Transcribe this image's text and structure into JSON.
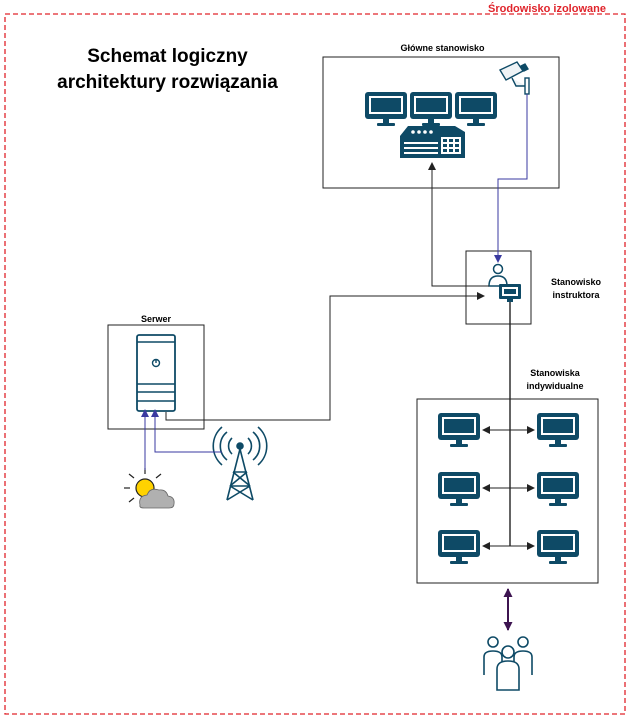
{
  "environment": {
    "label": "Środowisko izolowane",
    "border_color": "#e0242b"
  },
  "title": {
    "line1": "Schemat logiczny",
    "line2": "architektury rozwiązania"
  },
  "nodes": {
    "main_station": {
      "label": "Główne stanowisko"
    },
    "server": {
      "label": "Serwer"
    },
    "instructor_station": {
      "label_line1": "Stanowisko",
      "label_line2": "instruktora"
    },
    "individual_stations": {
      "label_line1": "Stanowiska",
      "label_line2": "indywidualne"
    }
  },
  "colors": {
    "icon": "#0e4a66",
    "line_dark": "#222222",
    "line_blue": "#3a3aa0",
    "line_purple": "#3d1450",
    "sun": "#ffd200",
    "cloud": "#b0b0b0"
  },
  "icons": {
    "camera": "security-camera-icon",
    "monitor": "monitor-icon",
    "control_console": "control-console-icon",
    "instructor": "person-at-computer-icon",
    "server": "server-tower-icon",
    "antenna": "radio-tower-icon",
    "weather": "sun-cloud-icon",
    "users": "user-group-icon"
  }
}
